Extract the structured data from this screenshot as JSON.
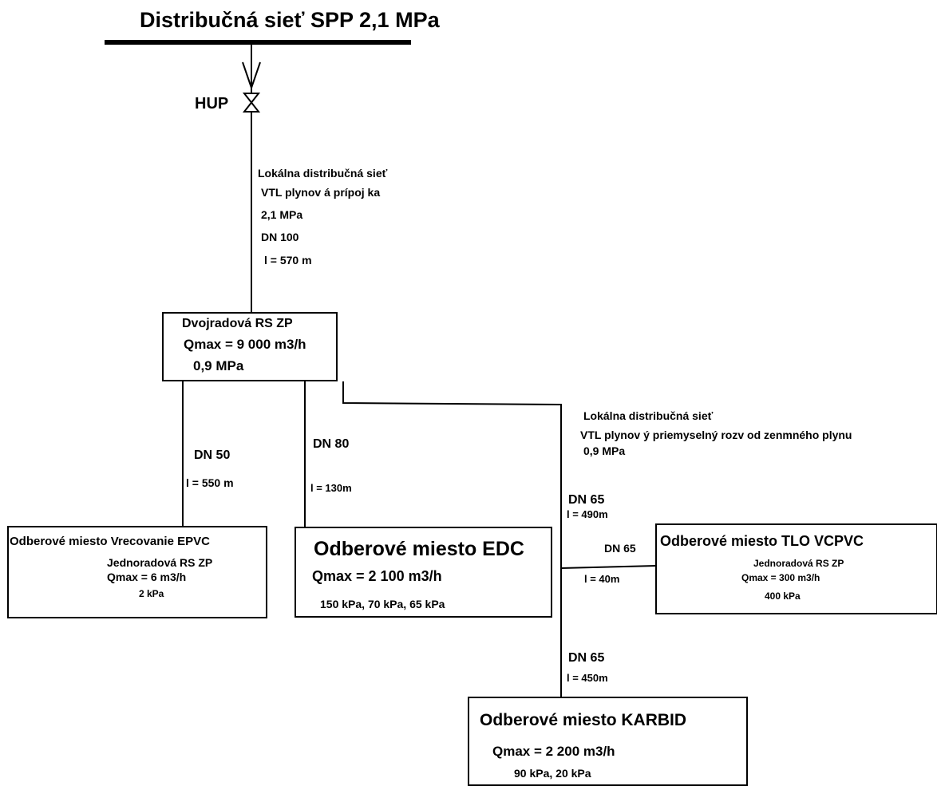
{
  "title": "Distribučná sieť SPP 2,1 MPa",
  "hup": "HUP",
  "main_line": {
    "l1": "Lokálna distribučná sieť",
    "l2": "VTL plynov á prípoj ka",
    "l3": "2,1 MPa",
    "l4": "DN 100",
    "l5": "l = 570 m"
  },
  "station": {
    "l1": "Dvojradová RS ZP",
    "l2": "Qmax = 9 000 m3/h",
    "l3": "0,9 MPa"
  },
  "branch_line": {
    "l1": "Lokálna distribučná sieť",
    "l2": "VTL plynov ý priemyselný rozv od zenmného plynu",
    "l3": "0,9 MPa"
  },
  "pipes": {
    "dn50": "DN 50",
    "l550": "l = 550  m",
    "dn80": "DN 80",
    "l130": "l = 130m",
    "dn65a": "DN 65",
    "l490": "l = 490m",
    "dn65b": "DN 65",
    "l40": "l = 40m",
    "dn65c": "DN 65",
    "l450": "l = 450m"
  },
  "vrecovanie": {
    "title": "Odberové miesto Vrecovanie EPVC",
    "l1": "Jednoradová RS ZP",
    "l2": "Qmax = 6 m3/h",
    "l3": "2 kPa"
  },
  "edc": {
    "title": "Odberové miesto EDC",
    "l1": "Qmax = 2 100 m3/h",
    "l2": "150 kPa, 70 kPa, 65 kPa"
  },
  "tlo": {
    "title": "Odberové miesto TLO VCPVC",
    "l1": "Jednoradová RS ZP",
    "l2": "Qmax = 300 m3/h",
    "l3": "400 kPa"
  },
  "karbid": {
    "title": "Odberové miesto KARBID",
    "l1": "Qmax = 2 200 m3/h",
    "l2": "90 kPa, 20 kPa"
  }
}
